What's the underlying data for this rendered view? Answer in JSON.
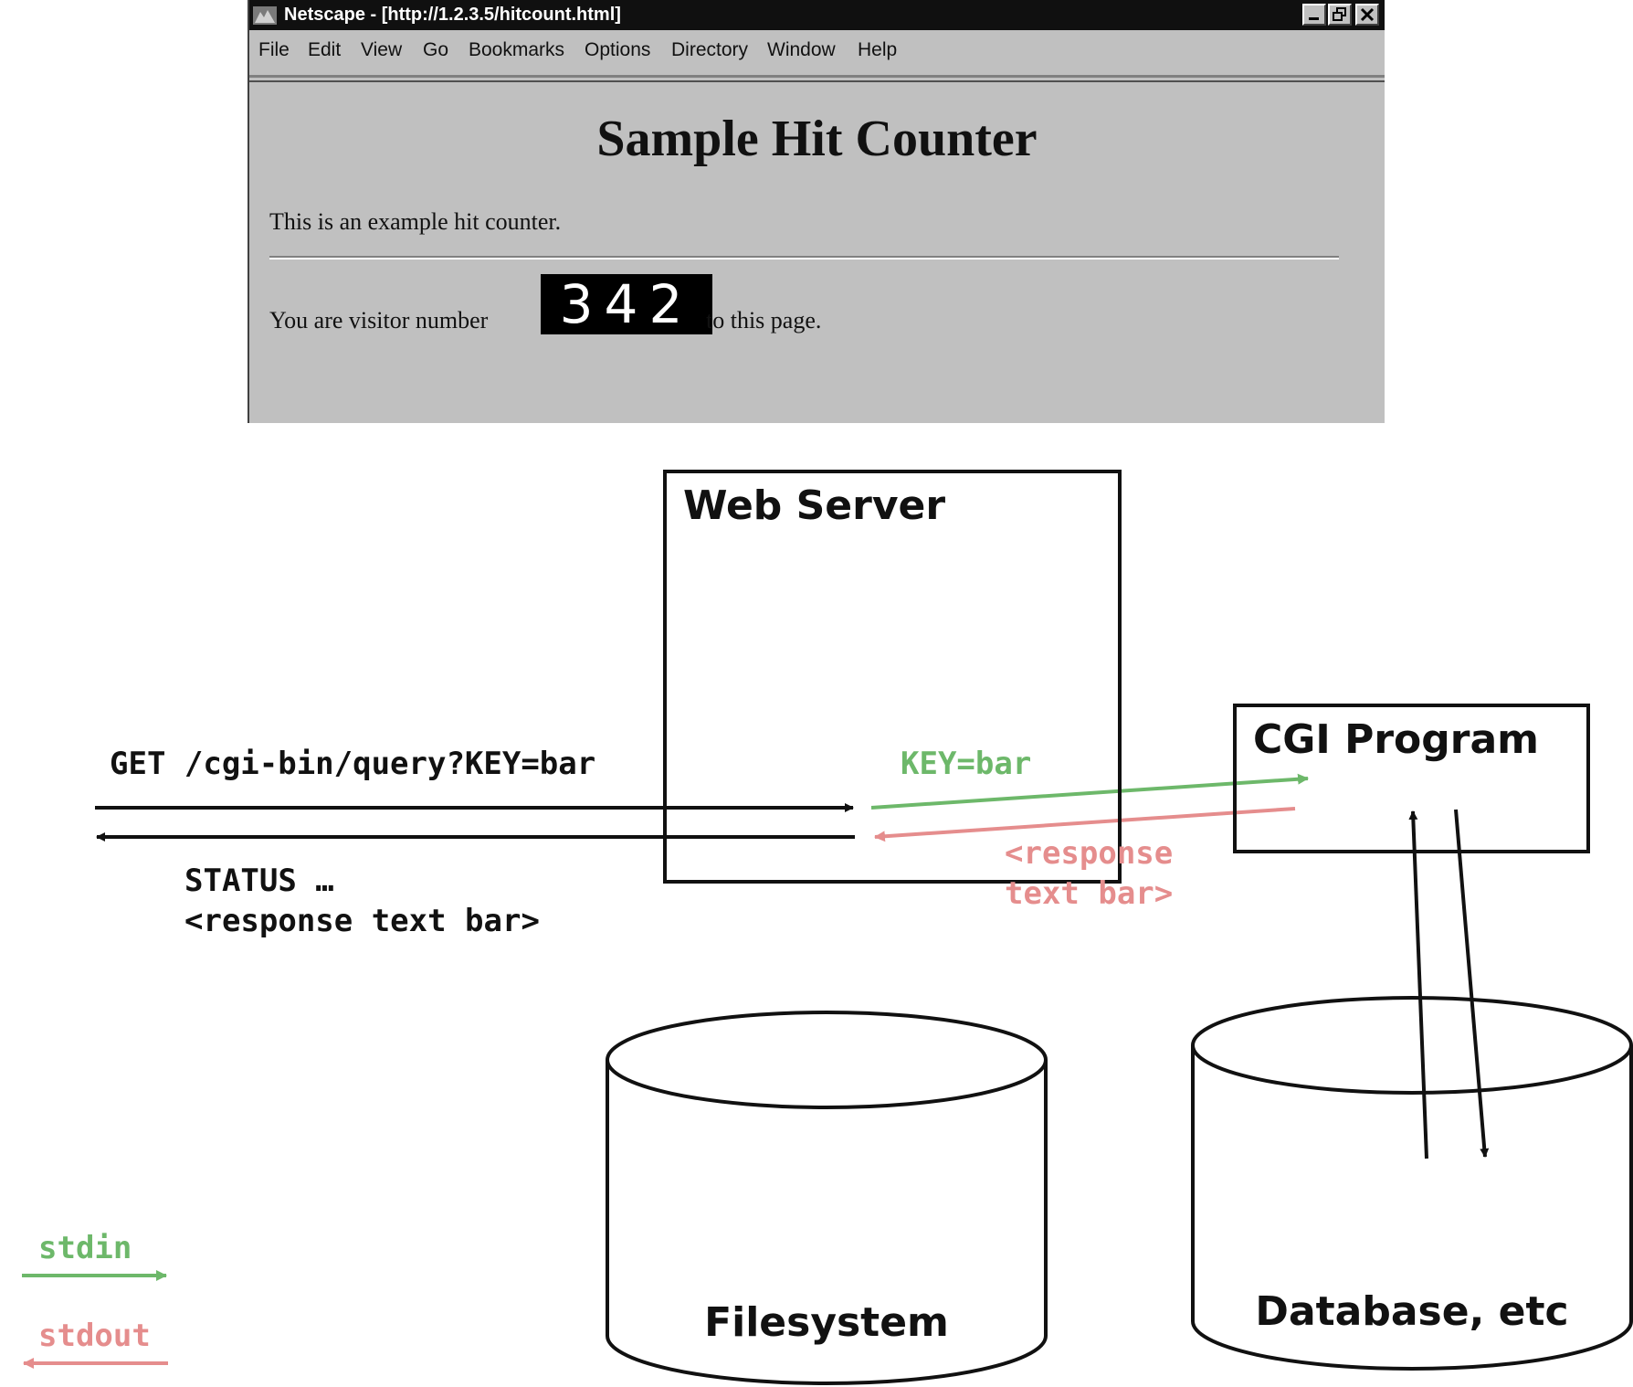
{
  "browser": {
    "window_title": "Netscape - [http://1.2.3.5/hitcount.html]",
    "menu": [
      "File",
      "Edit",
      "View",
      "Go",
      "Bookmarks",
      "Options",
      "Directory",
      "Window",
      "Help"
    ],
    "page": {
      "heading": "Sample Hit Counter",
      "intro": "This is an example hit counter.",
      "visitor_before": "You are visitor number",
      "counter": "342",
      "visitor_after": "to this page."
    }
  },
  "diagram": {
    "web_server_label": "Web Server",
    "cgi_program_label": "CGI Program",
    "request_text": "GET /cgi-bin/query?KEY=bar",
    "status_text": "STATUS …",
    "response_text": "<response text bar>",
    "stdin_payload": "KEY=bar",
    "stdout_payload_line1": "<response",
    "stdout_payload_line2": "text bar>",
    "filesystem_label": "Filesystem",
    "database_label": "Database, etc",
    "legend": {
      "stdin_label": "stdin",
      "stdout_label": "stdout"
    },
    "colors": {
      "stdin": "#6db86a",
      "stdout": "#e58d8d",
      "default": "#111111"
    }
  }
}
